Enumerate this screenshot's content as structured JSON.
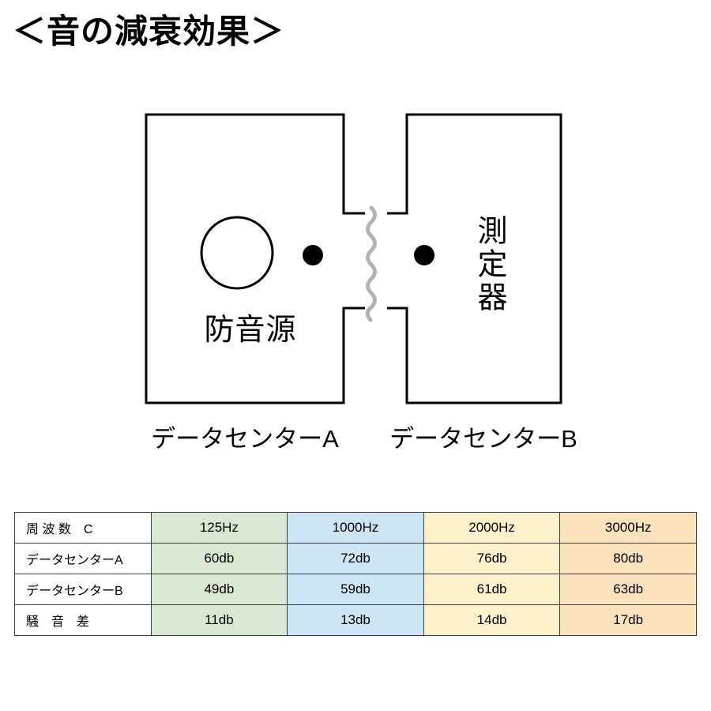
{
  "page": {
    "title": "＜音の減衰効果＞"
  },
  "diagram": {
    "source_label": "防音源",
    "meter_label": "測定器",
    "room_a_label": "データセンターA",
    "room_b_label": "データセンターB",
    "outline_color": "#000000",
    "partition_color": "#b2b2b2"
  },
  "table": {
    "header": {
      "frequency_label": "周 波 数　C",
      "columns": [
        "125Hz",
        "1000Hz",
        "2000Hz",
        "3000Hz"
      ]
    },
    "rows": [
      {
        "label": "データセンターA",
        "values": [
          "60db",
          "72db",
          "76db",
          "80db"
        ]
      },
      {
        "label": "データセンターB",
        "values": [
          "49db",
          "59db",
          "61db",
          "63db"
        ]
      },
      {
        "label": "騒　音　差",
        "values": [
          "11db",
          "13db",
          "14db",
          "17db"
        ]
      }
    ],
    "column_colors": [
      "#ffffff",
      "#d9e8d2",
      "#cde6f5",
      "#fdf2cb",
      "#fbe3bd"
    ]
  }
}
